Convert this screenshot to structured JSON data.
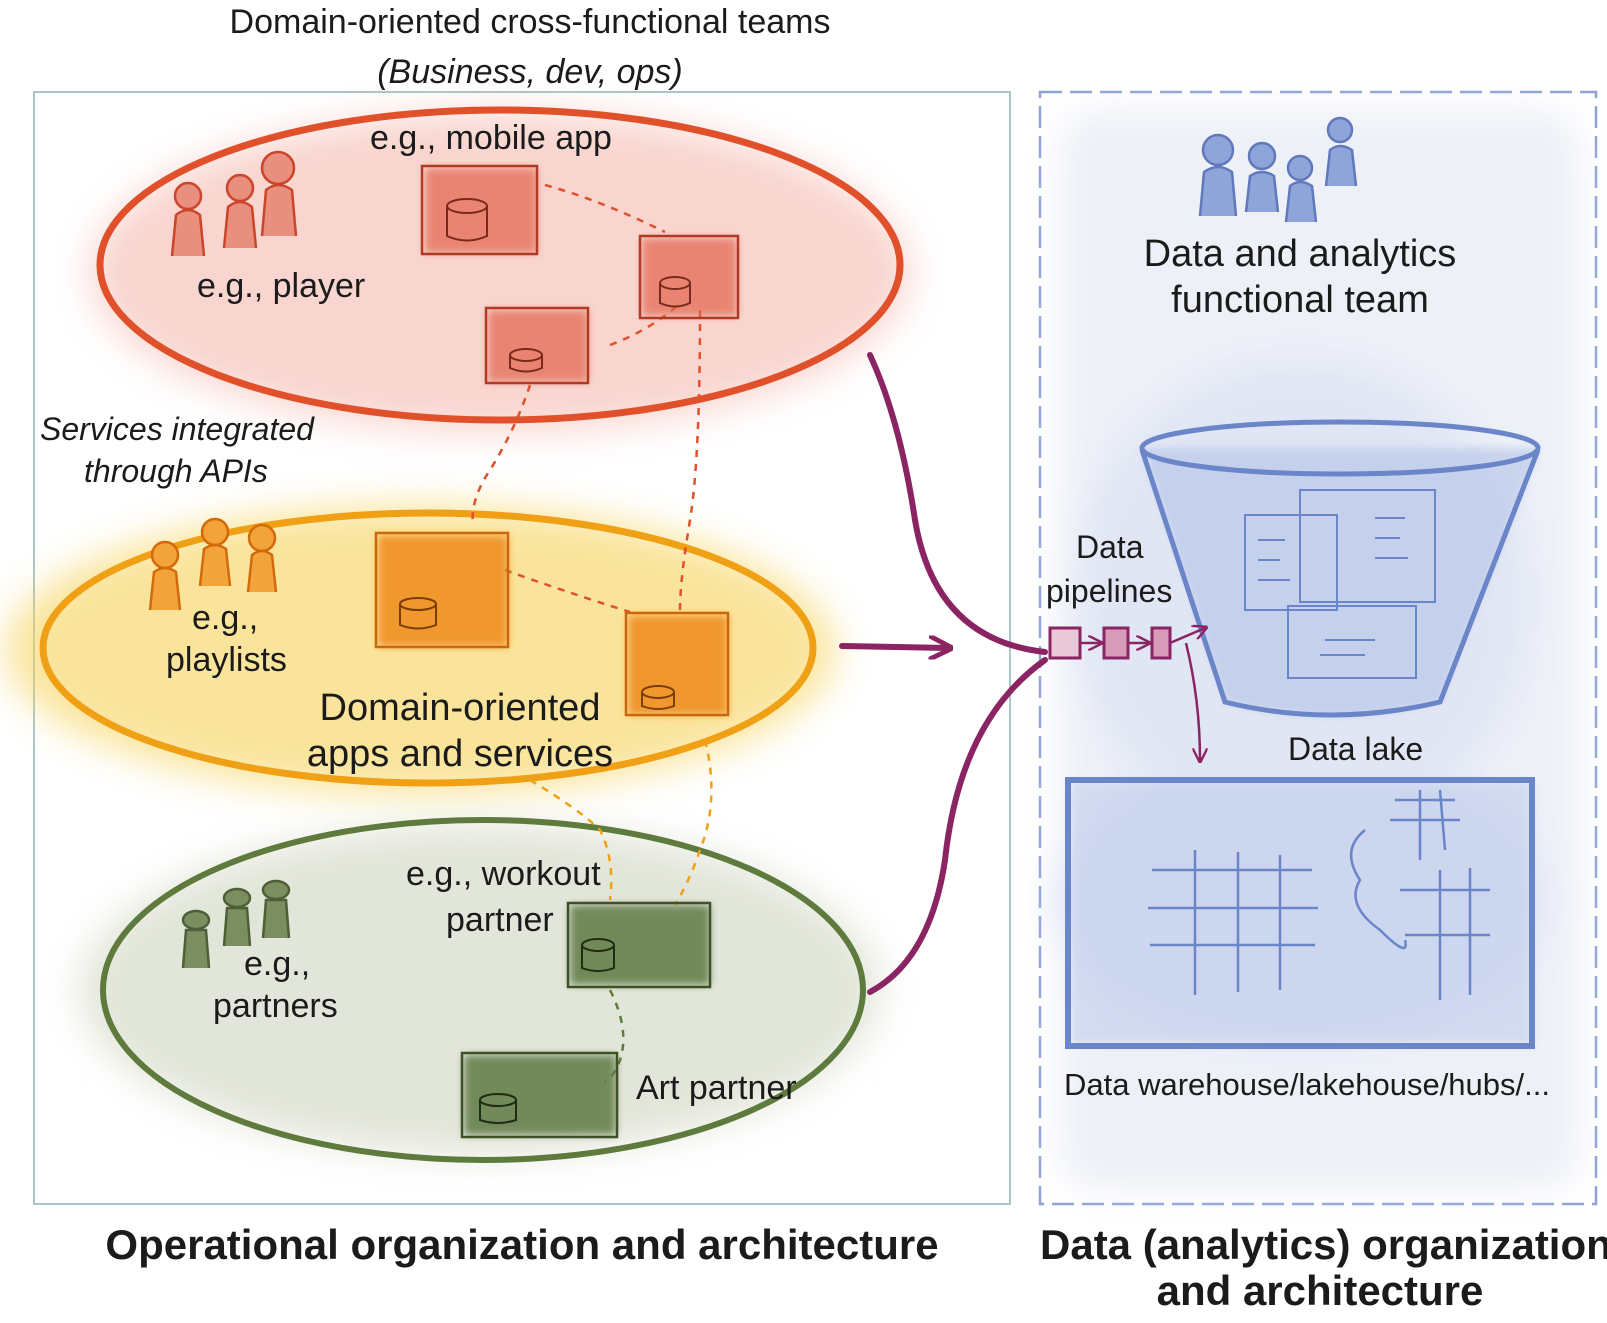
{
  "header": {
    "title": "Domain-oriented cross-functional teams",
    "subtitle": "(Business, dev, ops)"
  },
  "operational": {
    "services_note_line1": "Services integrated",
    "services_note_line2": "through APIs",
    "domains": {
      "top": {
        "people_label": "e.g., player",
        "app_label": "e.g., mobile app",
        "color": "#e0502b",
        "fill": "#f4b3a8"
      },
      "middle": {
        "people_label_1": "e.g.,",
        "people_label_2": "playlists",
        "title_1": "Domain-oriented",
        "title_2": "apps and services",
        "color": "#f0a014",
        "fill": "#f7d35a"
      },
      "bottom": {
        "people_label_1": "e.g.,",
        "people_label_2": "partners",
        "workout_1": "e.g., workout",
        "workout_2": "partner",
        "art_label": "Art partner",
        "color": "#5e7a3c",
        "fill": "#cfd5c0"
      }
    },
    "footer": "Operational organization and architecture"
  },
  "analytics": {
    "team_line1": "Data and analytics",
    "team_line2": "functional team",
    "pipelines_line1": "Data",
    "pipelines_line2": "pipelines",
    "lake_label": "Data lake",
    "warehouse_label": "Data warehouse/lakehouse/hubs/...",
    "footer_line1": "Data (analytics) organization",
    "footer_line2": "and architecture",
    "color": "#6a85c8",
    "fill": "#c9d3ec"
  },
  "colors": {
    "arrow": "#8a2463",
    "frame_left": "#a9c6c6",
    "frame_right": "#8ea2d6"
  }
}
